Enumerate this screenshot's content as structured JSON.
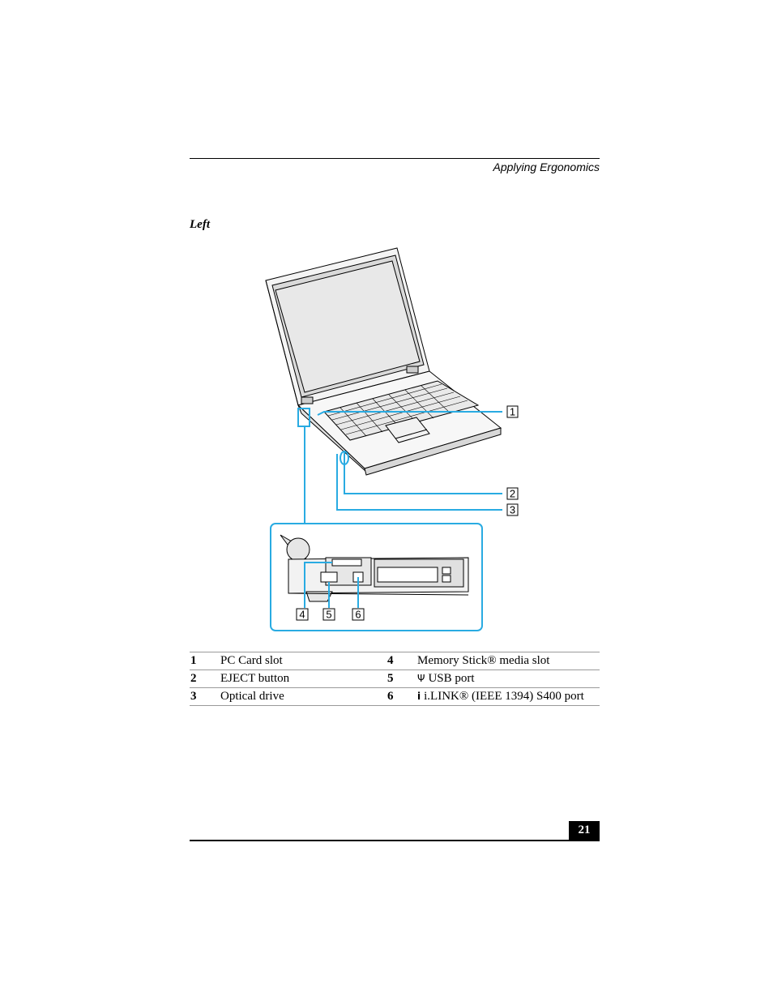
{
  "header": {
    "title": "Applying Ergonomics"
  },
  "section": {
    "title": "Left"
  },
  "figure": {
    "callouts": [
      "1",
      "2",
      "3",
      "4",
      "5",
      "6"
    ],
    "accent_color": "#29abe2"
  },
  "legend": {
    "rows": [
      {
        "n1": "1",
        "l1": "PC Card slot",
        "n2": "4",
        "l2": "Memory Stick® media slot",
        "icon2": ""
      },
      {
        "n1": "2",
        "l1": "EJECT button",
        "n2": "5",
        "l2": "USB port",
        "icon2": "usb-icon"
      },
      {
        "n1": "3",
        "l1": "Optical drive",
        "n2": "6",
        "l2": "i.LINK® (IEEE 1394) S400 port",
        "icon2": "ilink-icon"
      }
    ]
  },
  "footer": {
    "page_number": "21"
  }
}
